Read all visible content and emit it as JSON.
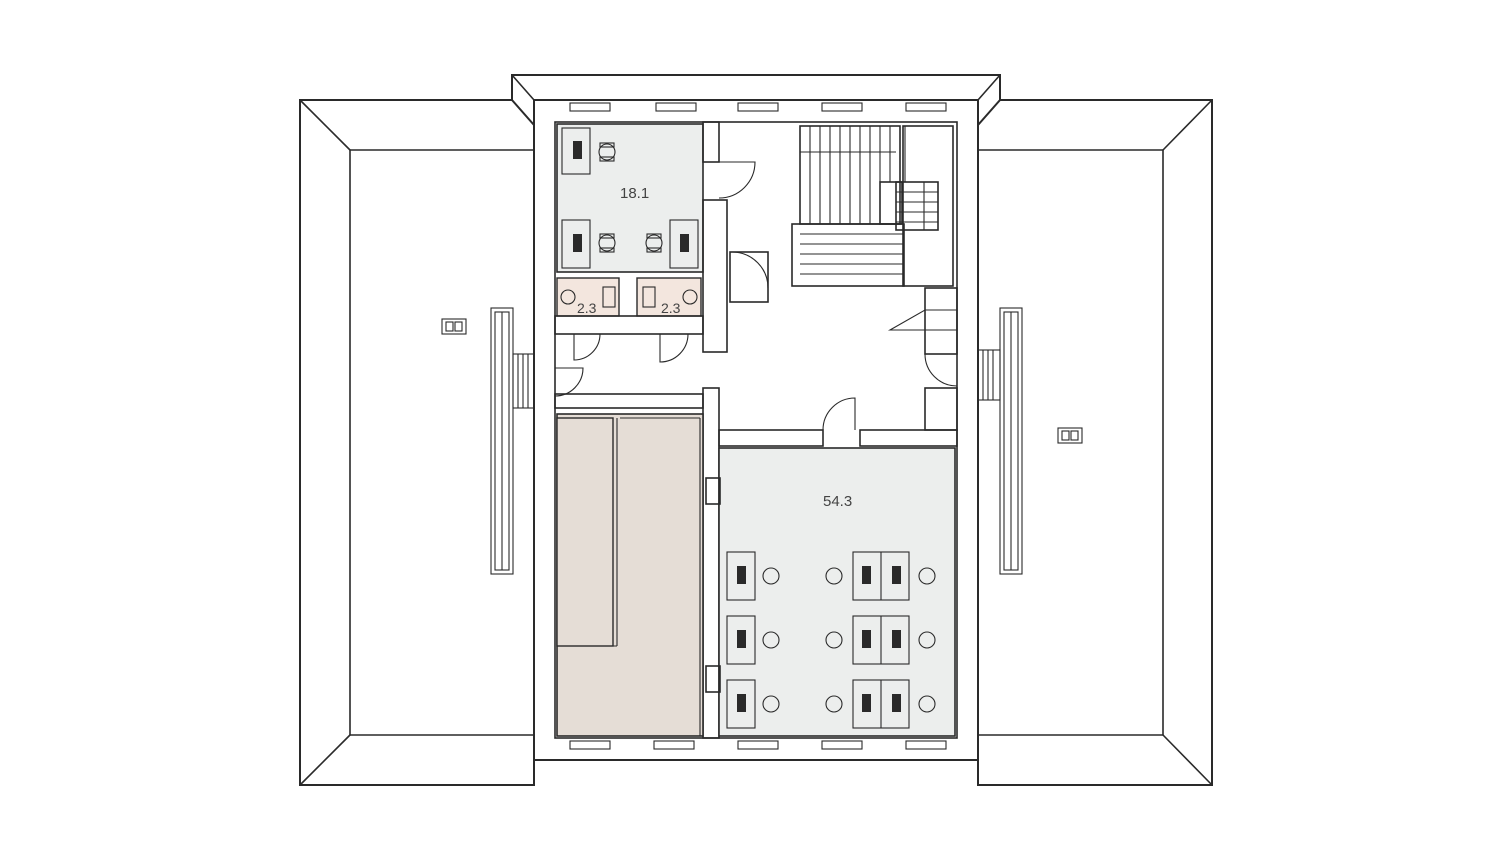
{
  "rooms": {
    "office_small": {
      "area_label": "18.1",
      "fill": "#eceeed"
    },
    "wc_left": {
      "area_label": "2.3",
      "fill": "#f3e6de"
    },
    "wc_right": {
      "area_label": "2.3",
      "fill": "#f3e6de"
    },
    "office_large": {
      "area_label": "54.3",
      "fill": "#eceeed"
    },
    "storage": {
      "fill": "#e5ddd6"
    }
  },
  "icons": {
    "left_terrace_marker": "vent-icon",
    "right_terrace_marker": "vent-icon"
  },
  "colors": {
    "wall_stroke": "#2a2a2a",
    "background": "#ffffff"
  }
}
